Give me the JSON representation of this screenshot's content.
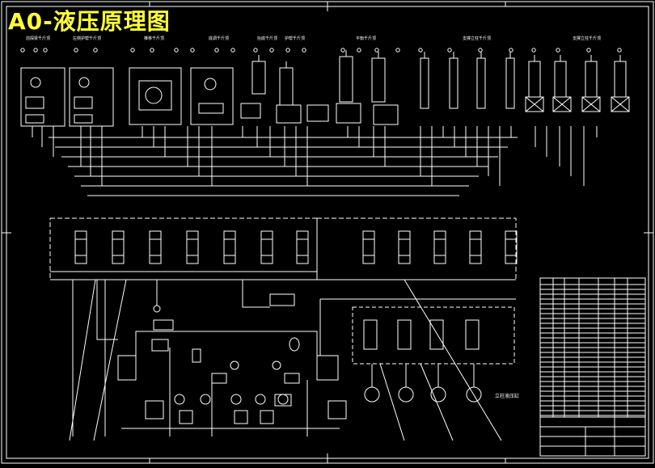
{
  "title": "A0-液压原理图",
  "colors": {
    "background": "#000000",
    "line": "#ffffff",
    "title": "#ffff33",
    "label": "#f0f0f0"
  },
  "top_labels": [
    "前探梁千斤顶",
    "左侧护帮千斤顶",
    "推移千斤顶",
    "底调千斤顶",
    "抬底千斤顶",
    "护帮千斤顶",
    "平衡千斤顶",
    "支撑立柱千斤顶",
    "支撑立柱千斤顶"
  ],
  "side_label": "立柱液压缸",
  "table_note": "title block / parts list (illegible at this resolution)"
}
